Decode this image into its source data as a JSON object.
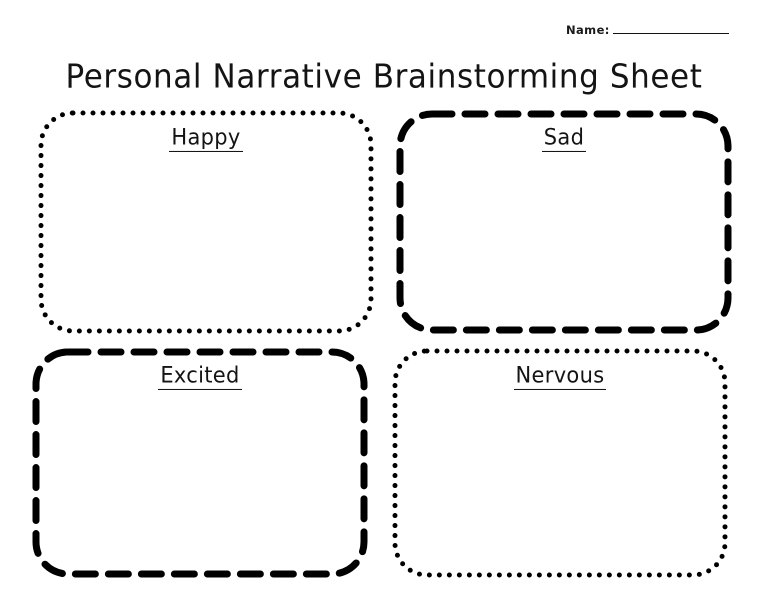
{
  "page": {
    "title": "Personal Narrative Brainstorming Sheet",
    "background_color": "#ffffff",
    "ink_color": "#000000"
  },
  "name_field": {
    "label": "Name:",
    "value": "",
    "has_blank_line": true
  },
  "boxes": [
    {
      "id": "happy",
      "label": "Happy",
      "border_style": "dotted",
      "stroke_color": "#000000",
      "stroke_width": 5,
      "dash_pattern": "0 10",
      "content": "",
      "position": "top-left"
    },
    {
      "id": "sad",
      "label": "Sad",
      "border_style": "dashed",
      "stroke_color": "#000000",
      "stroke_width": 7,
      "dash_pattern": "20 13",
      "content": "",
      "position": "top-right"
    },
    {
      "id": "excited",
      "label": "Excited",
      "border_style": "dashed",
      "stroke_color": "#000000",
      "stroke_width": 7,
      "dash_pattern": "20 13",
      "content": "",
      "position": "bottom-left"
    },
    {
      "id": "nervous",
      "label": "Nervous",
      "border_style": "dotted",
      "stroke_color": "#000000",
      "stroke_width": 5,
      "dash_pattern": "0 10",
      "content": "",
      "position": "bottom-right"
    }
  ]
}
